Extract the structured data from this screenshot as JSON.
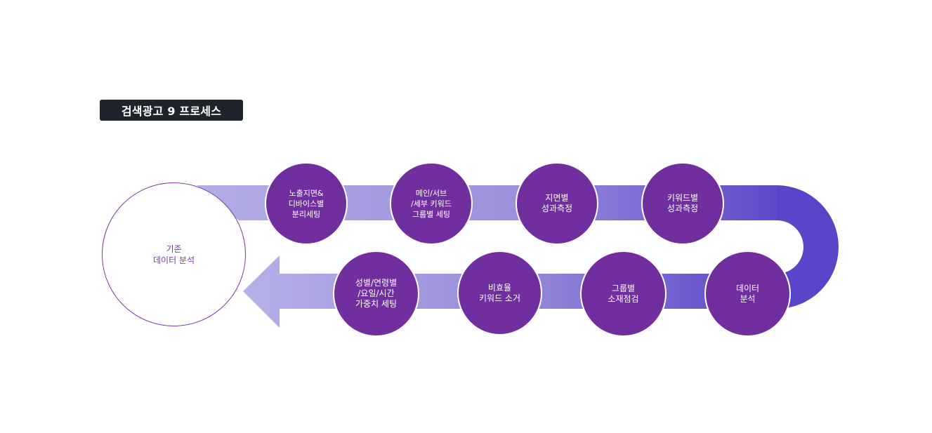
{
  "title": "검색광고 9 프로세스",
  "start_step": "기존\n데이터 분석",
  "steps_top": [
    "노출지면&\n디바이스별\n분리세팅",
    "메인/서브\n/세부 키워드\n그룹별 세팅",
    "지면별\n성과측정",
    "키워드별\n성과측정"
  ],
  "steps_bottom": [
    "데이터\n분석",
    "그룹별\n소재점검",
    "비효율\n키워드 소거",
    "성별/연령별\n/요일/시간\n가중치 세팅"
  ],
  "colors": {
    "node_fill": "#702e9e",
    "band_start": "#b4aee6",
    "band_end": "#5a44c8",
    "title_bg": "#1f232b"
  }
}
